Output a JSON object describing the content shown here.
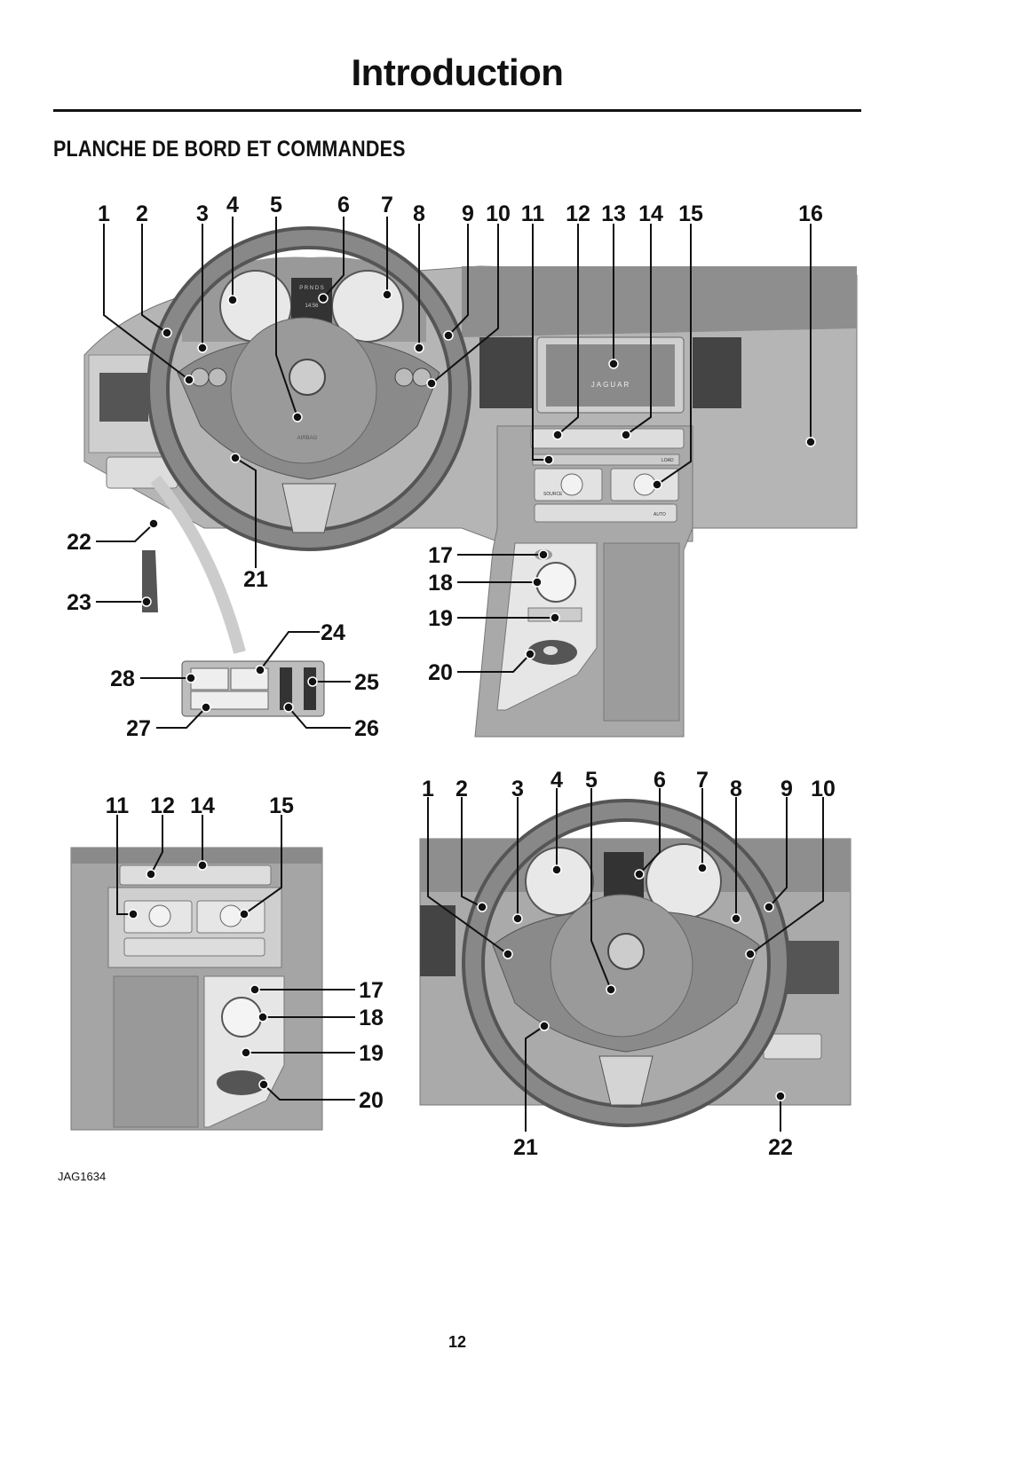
{
  "page": {
    "title": "Introduction",
    "section_heading": "PLANCHE DE BORD ET COMMANDES",
    "figure_reference": "JAG1634",
    "page_number": "12"
  },
  "main_figure": {
    "callouts": [
      "1",
      "2",
      "3",
      "4",
      "5",
      "6",
      "7",
      "8",
      "9",
      "10",
      "11",
      "12",
      "13",
      "14",
      "15",
      "16",
      "17",
      "18",
      "19",
      "20",
      "21",
      "22",
      "23",
      "24",
      "25",
      "26",
      "27",
      "28"
    ],
    "screen_brand": "JAGUAR",
    "gear_indicator": "P R N D S",
    "clock": "14:56",
    "airbag_label": "AIRBAG",
    "source_label": "SOURCE",
    "load_label": "LOAD",
    "auto_label": "AUTO"
  },
  "bottom_left_figure": {
    "callouts": [
      "11",
      "12",
      "14",
      "15",
      "17",
      "18",
      "19",
      "20"
    ]
  },
  "bottom_right_figure": {
    "callouts": [
      "1",
      "2",
      "3",
      "4",
      "5",
      "6",
      "7",
      "8",
      "9",
      "10",
      "21",
      "22"
    ]
  }
}
